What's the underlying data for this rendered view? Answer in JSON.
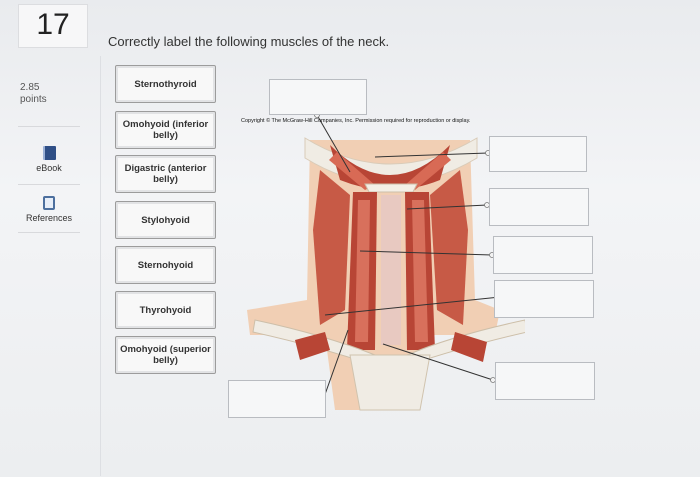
{
  "question": {
    "number": "17",
    "instructions": "Correctly label the following muscles of the neck."
  },
  "score": {
    "value": "2.85",
    "unit": "points"
  },
  "tools": {
    "ebook": "eBook",
    "references": "References"
  },
  "labels": [
    "Sternothyroid",
    "Omohyoid (inferior belly)",
    "Digastric (anterior belly)",
    "Stylohyoid",
    "Sternohyoid",
    "Thyrohyoid",
    "Omohyoid (superior belly)"
  ],
  "figure": {
    "copyright": "Copyright © The McGraw-Hill Companies, Inc. Permission required for reproduction or display."
  },
  "colors": {
    "muscle": "#b84535",
    "muscle_light": "#d86a55",
    "skin": "#f1cfb4",
    "bone": "#f0ece4",
    "border": "#9c9c9c"
  }
}
